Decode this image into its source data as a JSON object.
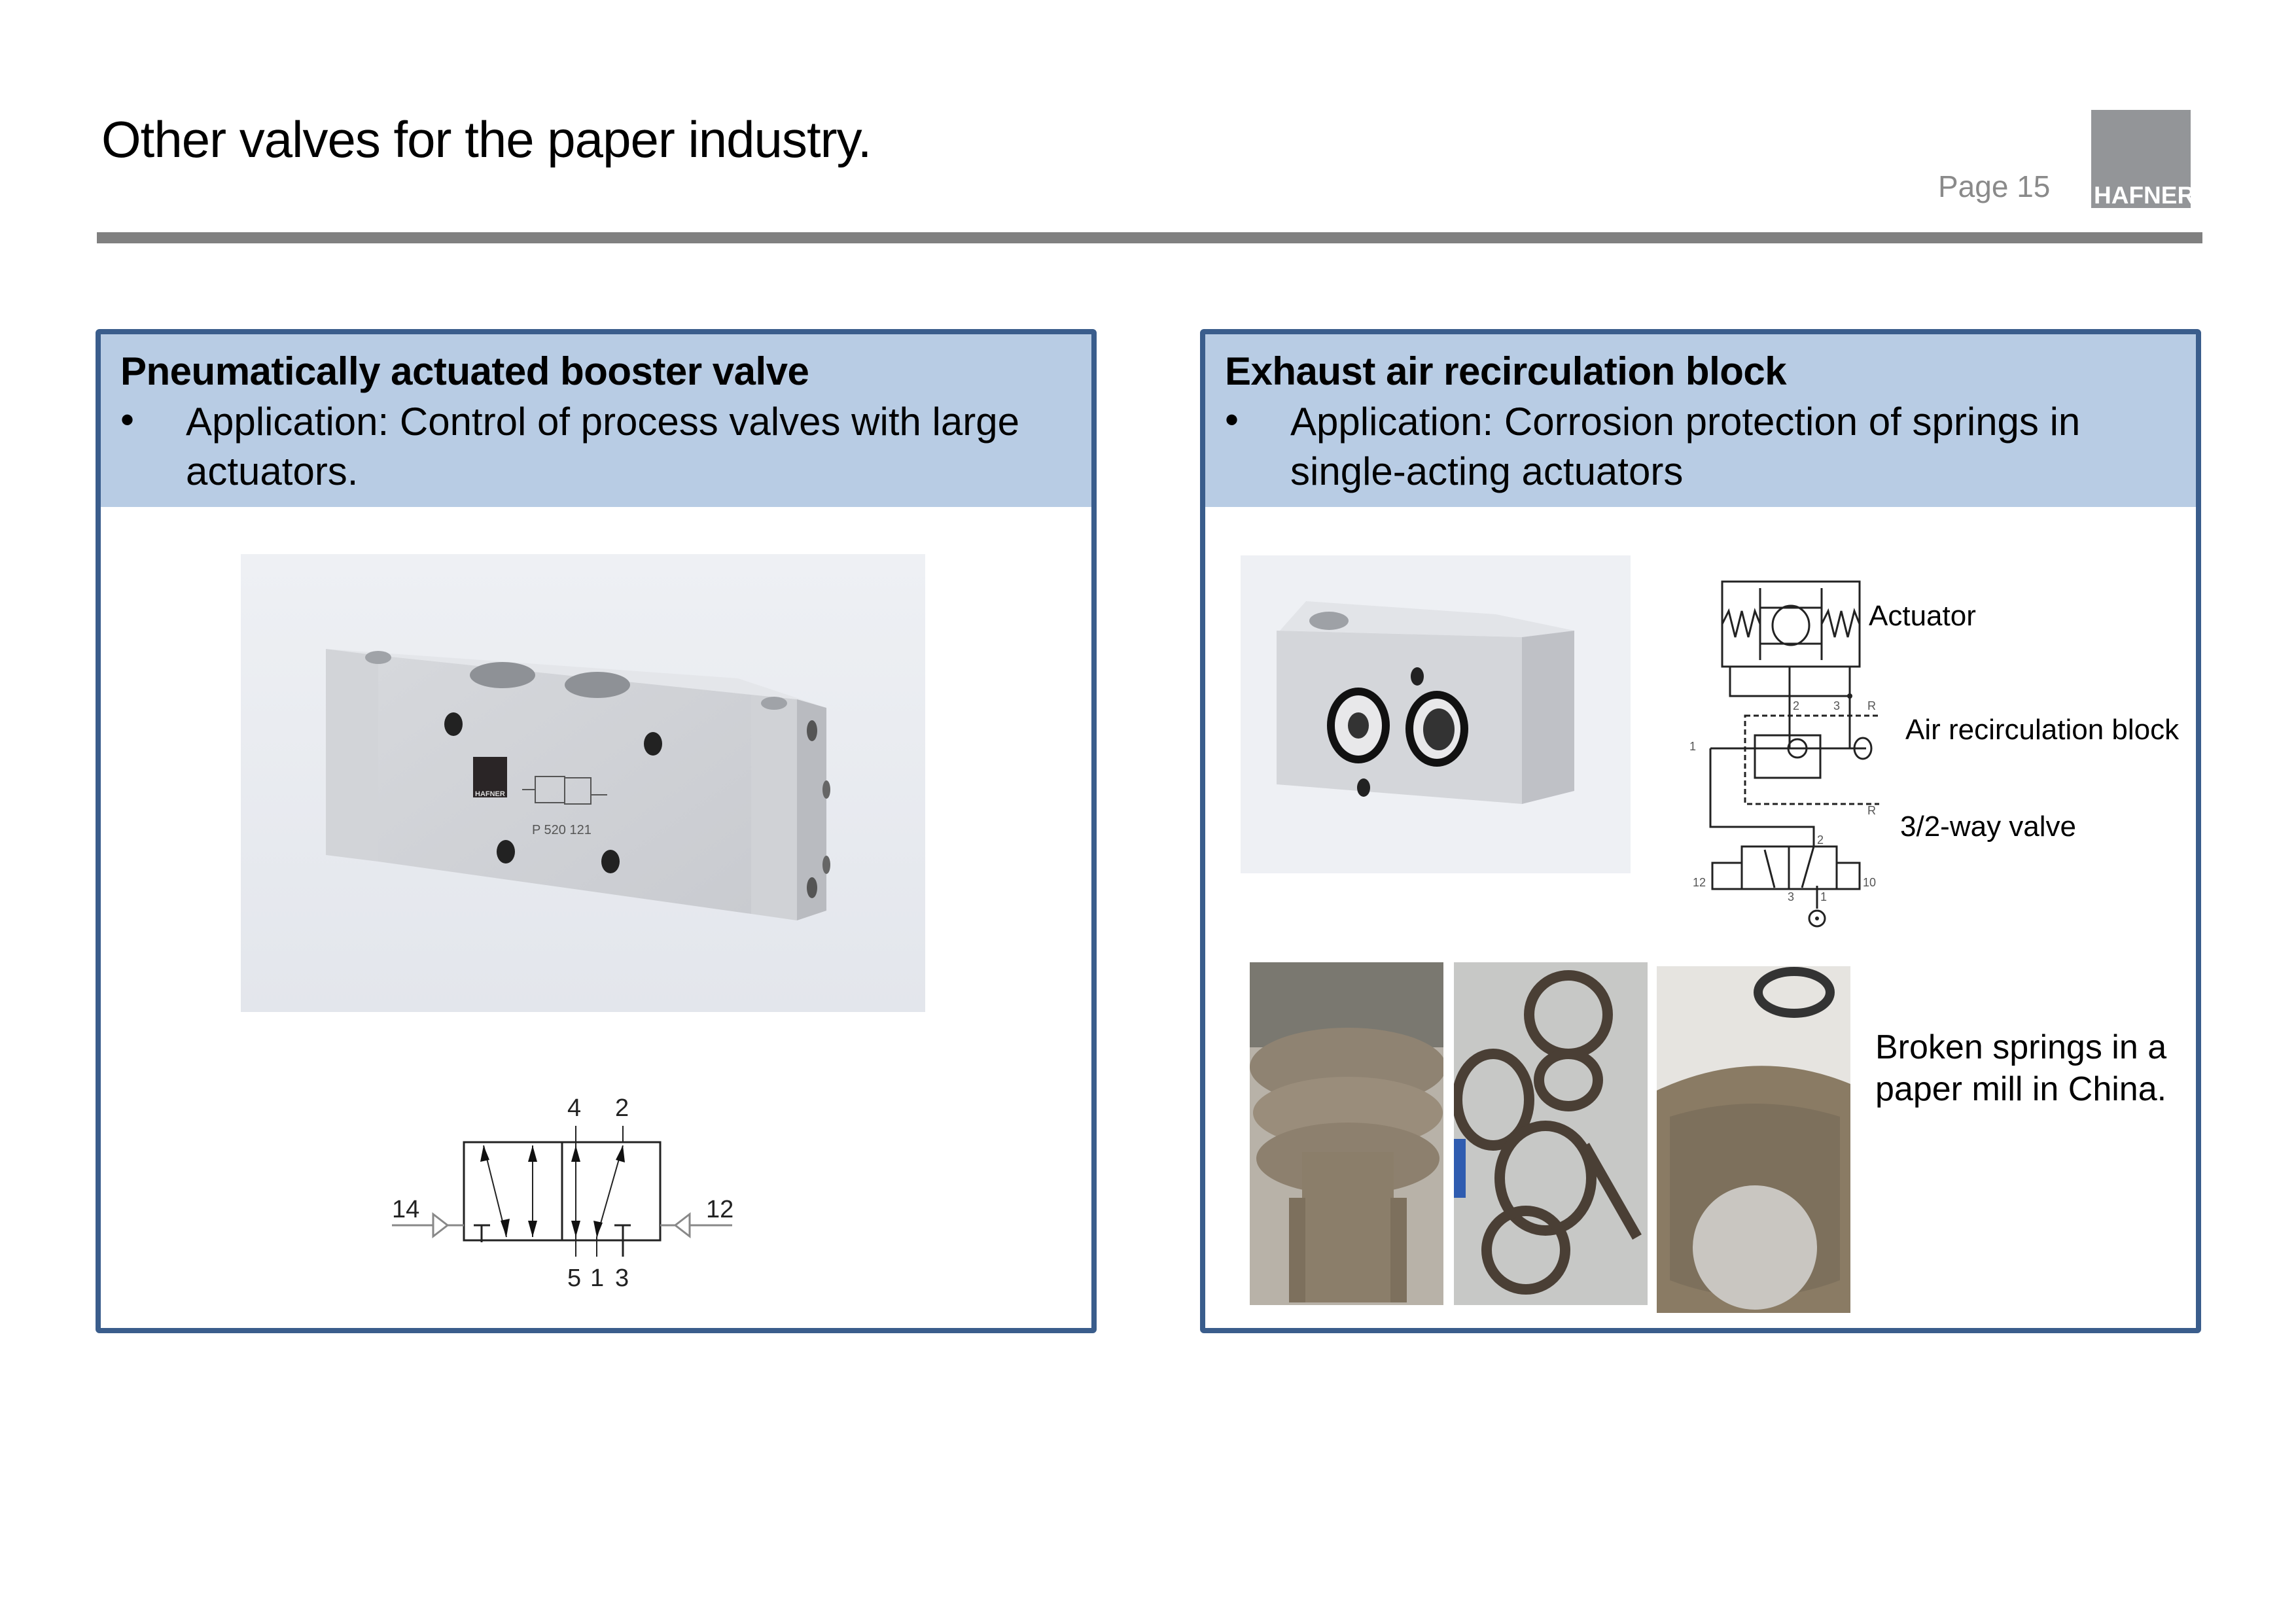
{
  "header": {
    "title": "Other valves for the paper industry.",
    "page_label": "Page 15",
    "logo_text": "HAFNER"
  },
  "panels": [
    {
      "title": "Pneumatically actuated booster valve",
      "bullet_symbol": "•",
      "bullet_text": "Application: Control of process valves with large actuators.",
      "product_photo": {
        "description": "Aluminium booster valve block photo",
        "engraved_logo": "HAFNER",
        "part_number": "P 520 121"
      },
      "symbol": {
        "ports_top": [
          "4",
          "2"
        ],
        "ports_bottom": [
          "5",
          "1",
          "3"
        ],
        "pilot_left": "14",
        "pilot_right": "12"
      }
    },
    {
      "title": "Exhaust air recirculation block",
      "bullet_symbol": "•",
      "bullet_text": "Application: Corrosion protection of springs in single-acting actuators",
      "product_photo": {
        "description": "Exhaust air recirculation block photo"
      },
      "circuit": {
        "labels": [
          "Actuator",
          "Air recirculation block",
          "3/2-way valve"
        ],
        "port_numbers": {
          "block_in": "1",
          "block_2": "2",
          "block_3": "3",
          "exhaust": "R",
          "valve_out": "2",
          "valve_exhaust": "3",
          "valve_supply": "1",
          "pilot_left": "12",
          "pilot_right": "10"
        }
      },
      "photos_caption": "Broken springs in a paper mill in China.",
      "photos": [
        {
          "description": "Corroded spring actuator piston"
        },
        {
          "description": "Broken corroded springs"
        },
        {
          "description": "Corroded actuator cylinder interior"
        }
      ]
    }
  ],
  "colors": {
    "panel_border": "#3a5d8c",
    "panel_header": "#b8cce4",
    "rule": "#808080",
    "logo": "#939598",
    "page_label": "#8a8a8a"
  }
}
